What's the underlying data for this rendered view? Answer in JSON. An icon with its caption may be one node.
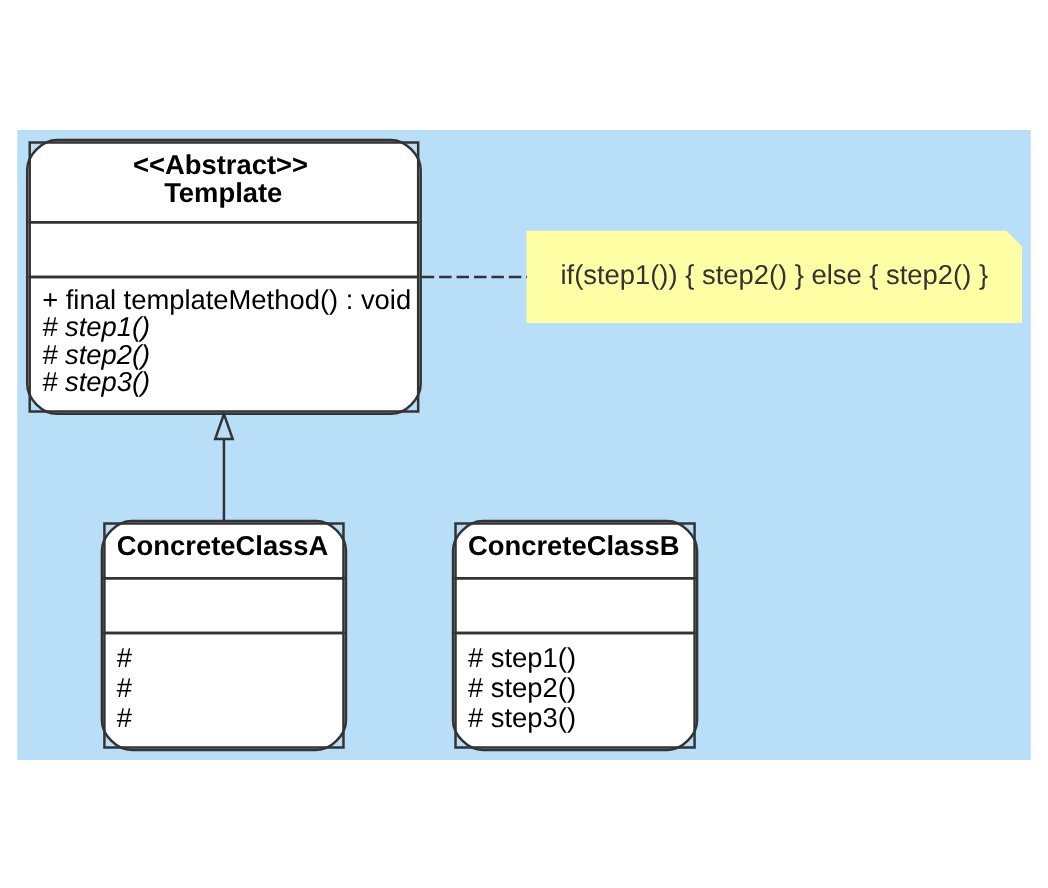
{
  "diagram": {
    "nodes": [
      {
        "text": [
          "<<Abstract>>",
          "Template",
          "+ final templateMethod() : void",
          "# step1()",
          "# step2()",
          "# step3()"
        ]
      },
      {
        "text": [
          "if(step1()) { step2() } else { step2() }"
        ]
      },
      {
        "text": [
          "ConcreteClassA",
          "#",
          "#",
          "#"
        ]
      },
      {
        "text": [
          "ConcreteClassB",
          "# step1()",
          "# step2()",
          "# step3()"
        ]
      }
    ],
    "edges": [
      {
        "from": 0,
        "to": 1,
        "arrow": "none",
        "style": "dashed"
      },
      {
        "from": 2,
        "to": 0,
        "arrow": "to"
      }
    ]
  }
}
